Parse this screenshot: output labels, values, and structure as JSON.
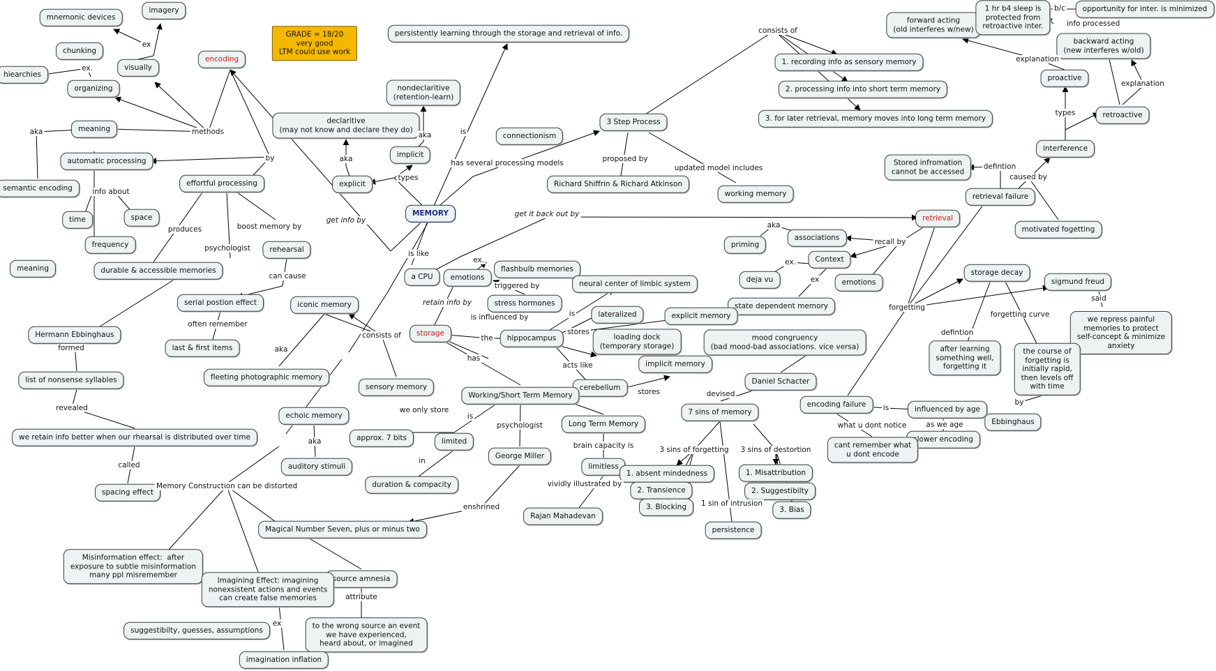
{
  "nodes": {
    "grade": "GRADE = 18/20\nvery good\nLTM could use work",
    "memory": "MEMORY",
    "persistent": "persistently learning through the storage and retrieval of info.",
    "mnemonic": "mnemonic devices",
    "imagery": "imagery",
    "chunking": "chunking",
    "visually": "visually",
    "hiearchies": "hiearchies",
    "organizing": "organizing",
    "encoding": "encoding",
    "meaning1": "meaning",
    "semantic": "semantic encoding",
    "automatic": "automatic processing",
    "effortful": "effortful processing",
    "time": "time",
    "space": "space",
    "frequency": "frequency",
    "meaning2": "meaning",
    "durable": "durable & accessible memories",
    "rehearsal": "rehearsal",
    "serial": "serial postion effect",
    "lastfirst": "last & first items",
    "ebbinghaus1": "Hermann Ebbinghaus",
    "nonsense": "list of nonsense syllables",
    "distributed": "we retain info better when our rhearsal is distributed over time",
    "spacing": "spacing effect",
    "nondecl": "nondeclaritive\n(retention-learn)",
    "declarative": "declaritive\n(may not know and declare they do)",
    "implicit1": "implicit",
    "explicit1": "explicit",
    "connectionism": "connectionism",
    "threestep": "3 Step Process",
    "shiffrin": "Richard Shiffrin & Richard Atkinson",
    "working": "working memory",
    "step1": "1. recording info as sensory memory",
    "step2": "2. processing info into short term memory",
    "step3": "3. for later retrieval, memory moves into long term memory",
    "forward": "forward acting\n(old interferes w/new)",
    "sleep": "1 hr b4 sleep is\nprotected from\nretroactive inter.",
    "opportunity": "opportunity for inter. is minimized",
    "backward": "backward acting\n(new interferes w/old)",
    "proactive": "proactive",
    "retroactive": "retroactive",
    "interference": "interference",
    "storedinfo": "Stored infromation\ncannot be accessed",
    "retfailure": "retrieval failure",
    "motivated": "motivated fogetting",
    "retrieval": "retrieval",
    "associations": "associations",
    "priming": "priming",
    "context": "Context",
    "dejavu": "deja vu",
    "emotions2": "emotions",
    "statedep": "state dependent memory",
    "mood": "mood congruency\n(bad mood-bad associations. vice versa)",
    "storagedecay": "storage decay",
    "freud": "sigmund freud",
    "repress": "we repress painful\nmemories to protect\nself-concept & minimize\nanxiety",
    "afterlearning": "after learning\nsomething well,\nforgetting it",
    "curvedesc": "the course of\nforgetting is\ninitially rapid,\nthen levels off\nwith time",
    "ebbinghaus2": "Ebbinghaus",
    "cpu": "a CPU",
    "emotions1": "emotions",
    "flashbulb": "flashbulb memories",
    "stress": "stress hormones",
    "storage": "storage",
    "hippocampus": "hippocampus",
    "neural": "neural center of limbic system",
    "lateralized": "lateralized",
    "explicit2": "explicit memory",
    "loading": "loading dock\n(temporary storage)",
    "implicit2": "implicit memory",
    "cerebellum": "cerebellum",
    "iconic": "iconic memory",
    "fleeting": "fleeting photographic memory",
    "sensory": "sensory memory",
    "echoic": "echoic memory",
    "auditory": "auditory stimuli",
    "wstm": "Working/Short Term Memory",
    "ltm": "Long Term Memory",
    "approx7": "approx. 7 bits",
    "limited": "limited",
    "duration": "duration & compacity",
    "miller": "George Miller",
    "limitless": "limitless",
    "rajan": "Rajan Mahadevan",
    "magical": "Magical Number Seven, plus or minus two",
    "source": "source amnesia",
    "wrongsource": "to the wrong source an event\nwe have experienced,\nheard about, or imagined",
    "misinfo": "Misinformation effect:  after\nexposure to subtle misinformation\nmany ppl misremember",
    "imagining": "Imagining Effect: imagining\nnonexsistent actions and events\ncan create false memories",
    "suggest": "suggestibilty, guesses, assumptions",
    "inflation": "imagination inflation",
    "schacter": "Daniel Schacter",
    "sevensins": "7 sins of memory",
    "absent": "1. absent mindedness",
    "transience": "2. Transience",
    "blocking": "3. Blocking",
    "persistence": "persistence",
    "misattr": "1. Misattribution",
    "suggestibility": "2. Suggestibilty",
    "bias": "3. Bias",
    "encfailure": "encoding failure",
    "influenced": "influenced by age",
    "slower": "slower encoding",
    "cantremember": "cant remember what\nu dont encode"
  },
  "labels": {
    "ex1": "ex",
    "ex2": "ex.",
    "methods": "methods",
    "aka1": "aka",
    "by1": "by",
    "infoabout": "info about",
    "produces": "produces",
    "psychologist1": "psychologist",
    "boost": "boost memory by",
    "cancause": "can cause",
    "often": "often remember",
    "formed": "formed",
    "revealed": "revealed",
    "called": "called",
    "getinfo": "get info by",
    "is1": "is",
    "aka2": "aka",
    "aka3": "aka",
    "types1": "types",
    "hasseveral": "has several processing models",
    "consistsof1": "consists of",
    "proposedby": "proposed by",
    "updated": "updated model includes",
    "getback": "get it back out by",
    "bc": "b/c",
    "infoproc": "info processed",
    "explanation1": "explanation",
    "explanation2": "explanation",
    "types2": "types",
    "definition1": "defintion",
    "causedby": "caused by",
    "recallby": "recall by",
    "aka4": "aka",
    "ex3": "ex.",
    "ex4": "ex",
    "forgetting": "forgetting",
    "said": "said",
    "forgettingcurve": "forgetting curve",
    "definition2": "defintion",
    "by2": "by",
    "islike": "is like",
    "ex5": "ex.",
    "triggered": "triggered by",
    "retaininfo": "retain info by",
    "isinfluenced": "is influenced by",
    "the": "the",
    "is2": "is",
    "stores1": "stores",
    "actslike": "acts like",
    "stores2": "stores",
    "consistsof2": "consists of",
    "aka5": "aka",
    "has": "has",
    "aka6": "aka",
    "weonly": "we only store",
    "is3": "is",
    "in": "in",
    "psychologist2": "psychologist",
    "brain": "brain capacity is",
    "vividly": "vividly illustrated by",
    "enshrined": "enshrined",
    "construction": "Memory Construction can\nbe distorted",
    "attribute": "attribute",
    "ex6": "ex",
    "devised": "devised",
    "sinsforgetting": "3 sins of forgetting",
    "sinintrusion": "1 sin of intrusion",
    "sinsdistortion": "3 sins of destortion",
    "is4": "is",
    "asweage": "as we age",
    "whatu": "what u dont notice"
  },
  "colors": {
    "node_bg": "#edf2f3",
    "node_border": "#3c3c3c",
    "line": "#000000",
    "highlight_text": "#c8201e",
    "main_text": "#1f2d7a",
    "grade_bg": "#f5b800"
  }
}
